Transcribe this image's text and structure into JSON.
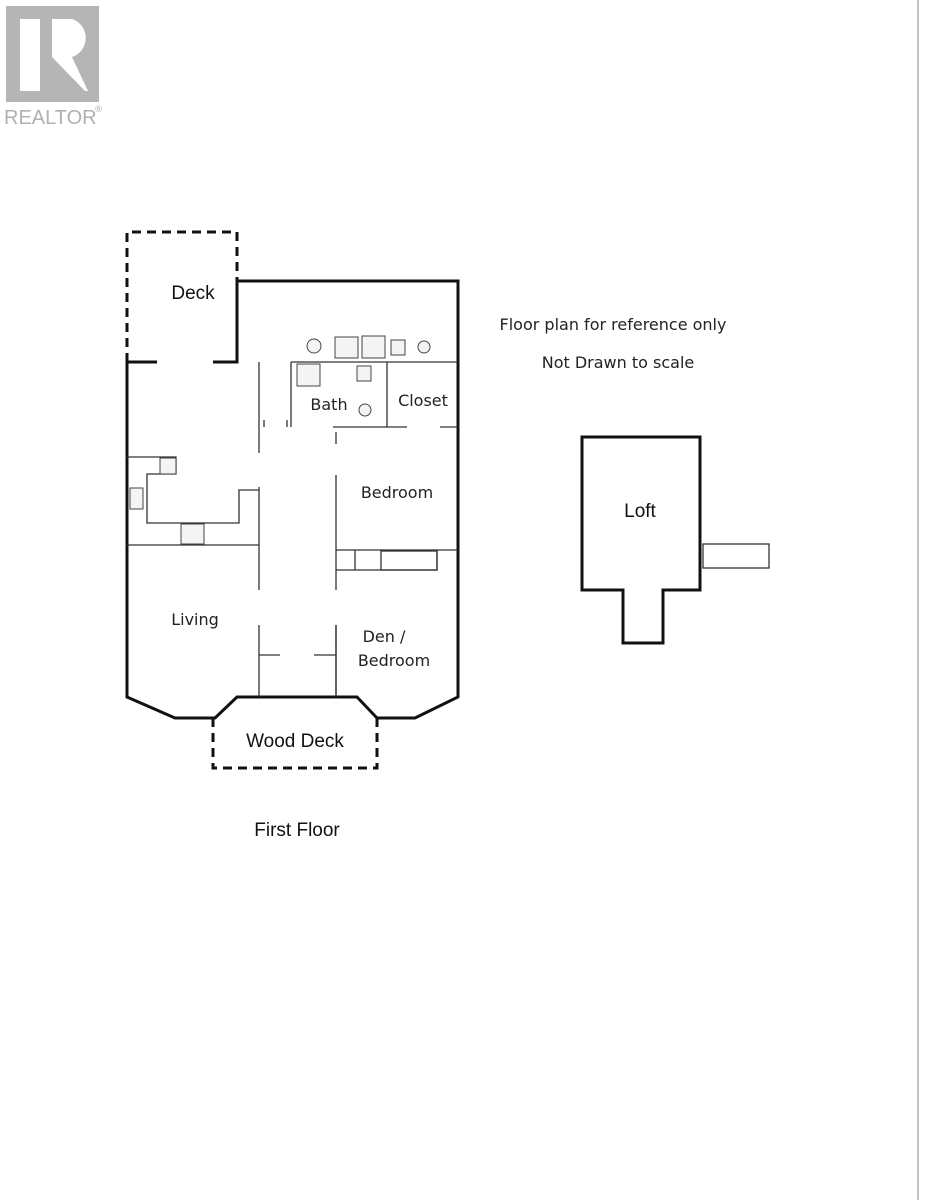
{
  "logo": {
    "text": "REALTOR",
    "mark": "®"
  },
  "notes": {
    "line1": "Floor plan for reference only",
    "line2": "Not Drawn to scale"
  },
  "rooms": {
    "deck": "Deck",
    "bath": "Bath",
    "closet": "Closet",
    "bedroom": "Bedroom",
    "living": "Living",
    "den_line1": "Den /",
    "den_line2": "Bedroom",
    "wood_deck": "Wood Deck",
    "loft": "Loft"
  },
  "floor_title": "First Floor"
}
